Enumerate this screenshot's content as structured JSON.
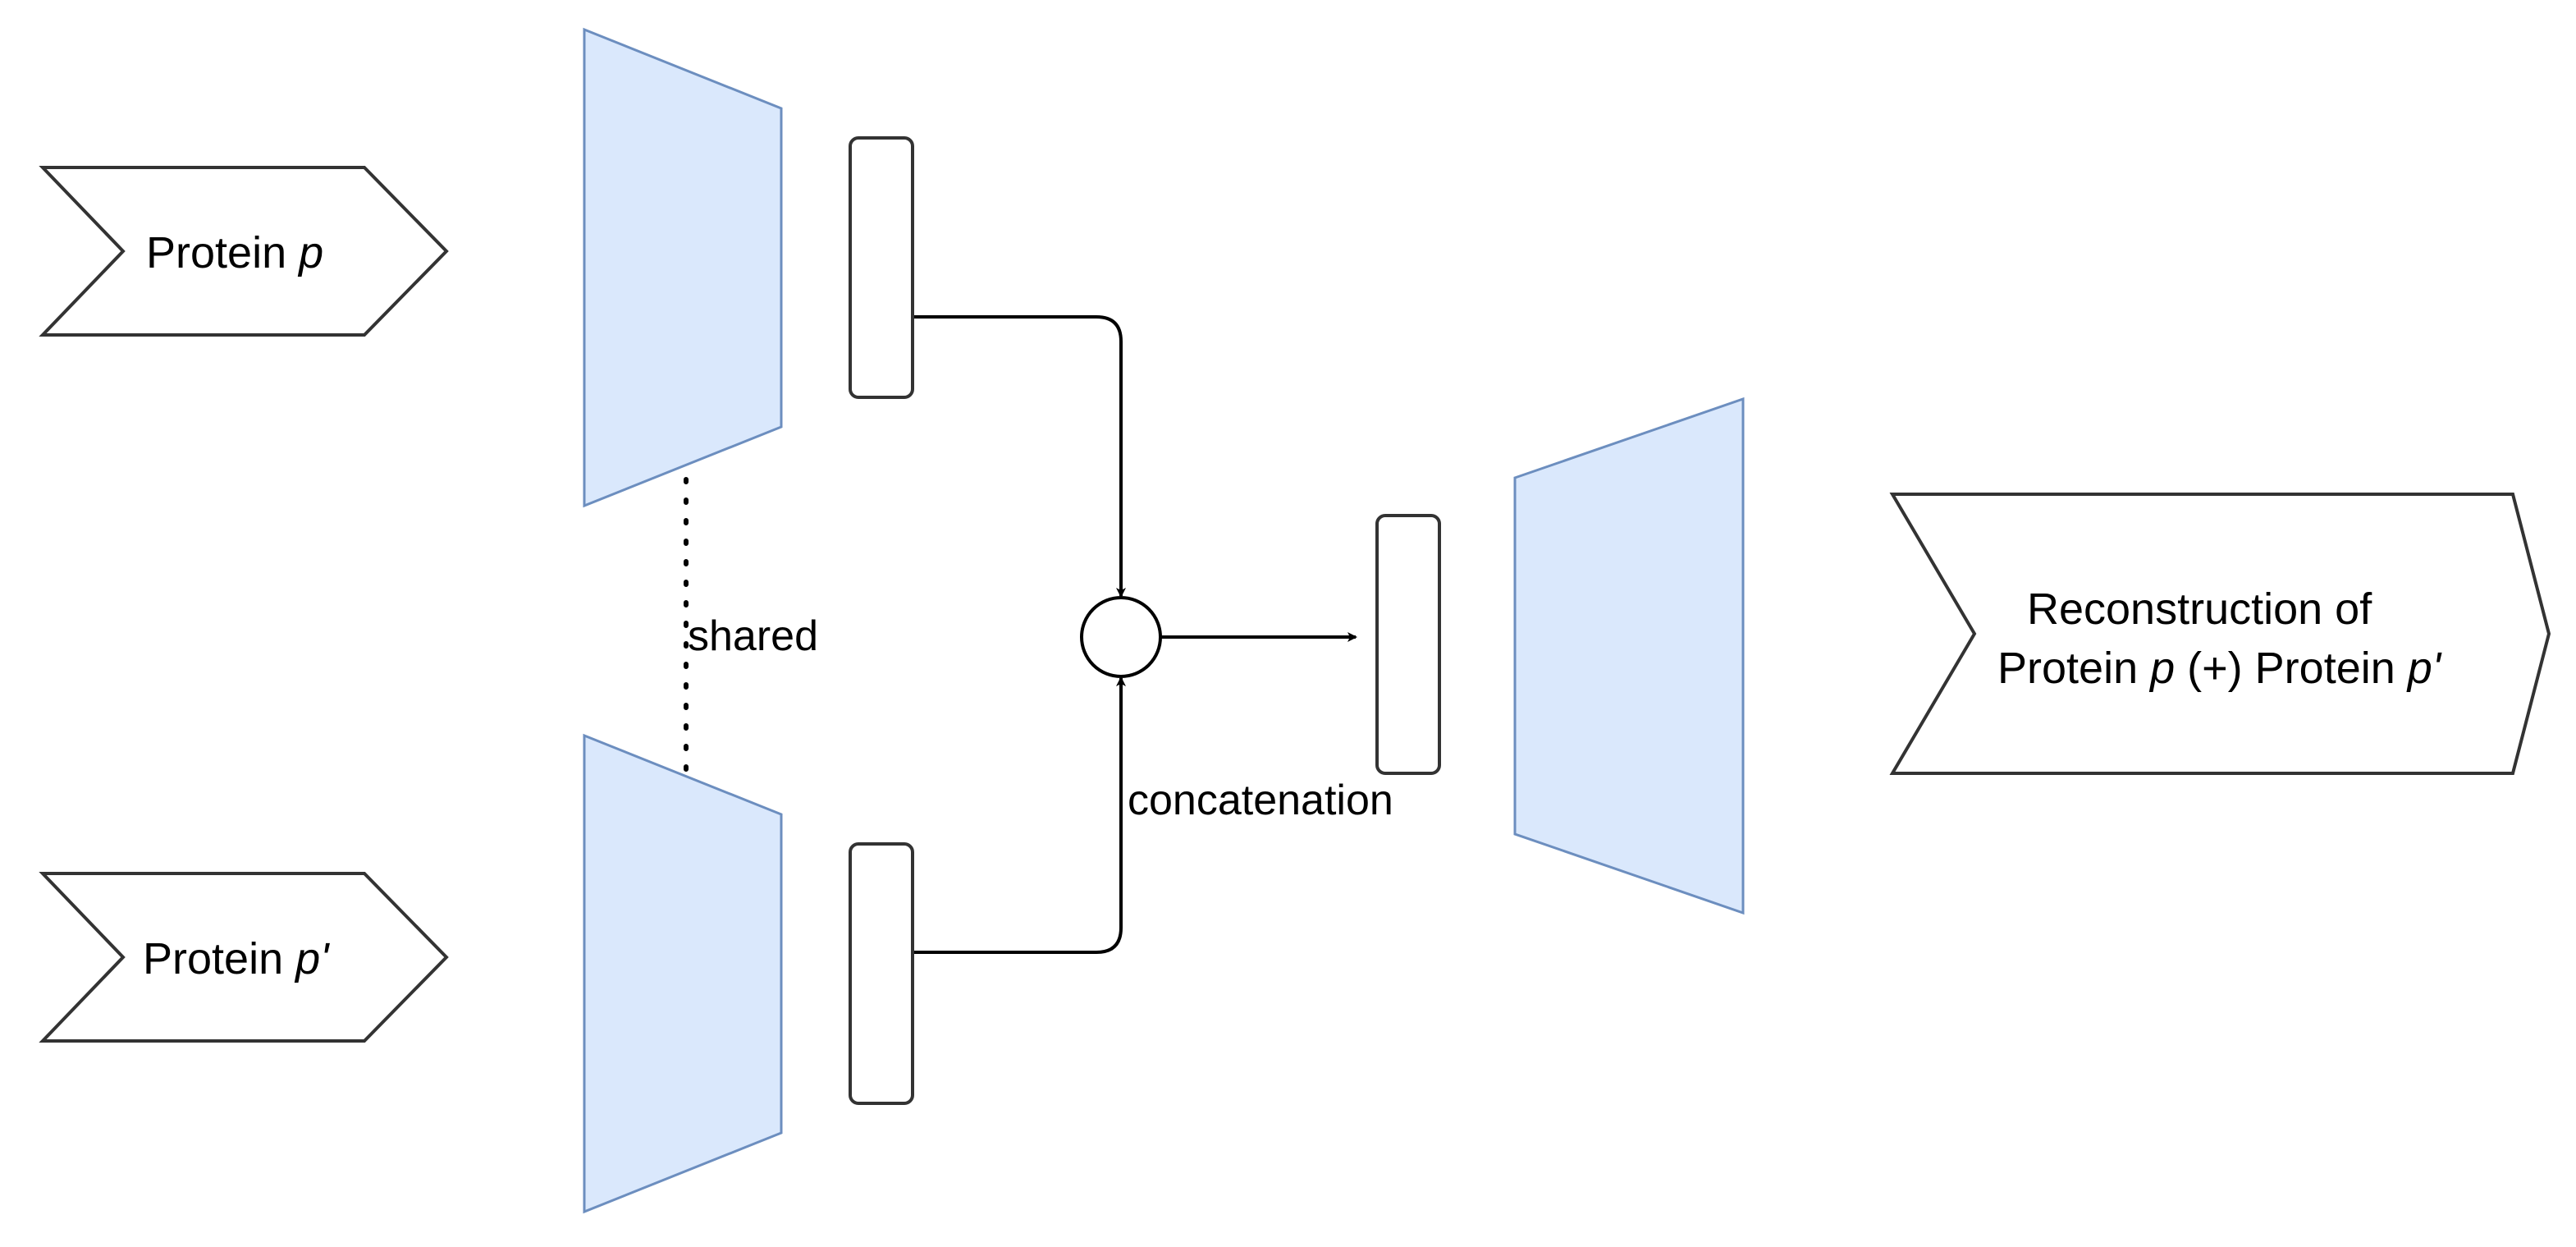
{
  "colors": {
    "block_fill": "#dae8fc",
    "block_stroke": "#6c8ebf",
    "line": "#000000",
    "shape_stroke": "#333333"
  },
  "input_top": {
    "text": "Protein ",
    "var": "p"
  },
  "input_bottom": {
    "text": "Protein ",
    "var": "p'"
  },
  "shared_label": "shared",
  "concat_label": "concatenation",
  "output": {
    "line1": "Reconstruction of",
    "line2_a": "Protein ",
    "line2_var1": "p",
    "line2_b": " (+) Protein ",
    "line2_var2": "p'"
  }
}
